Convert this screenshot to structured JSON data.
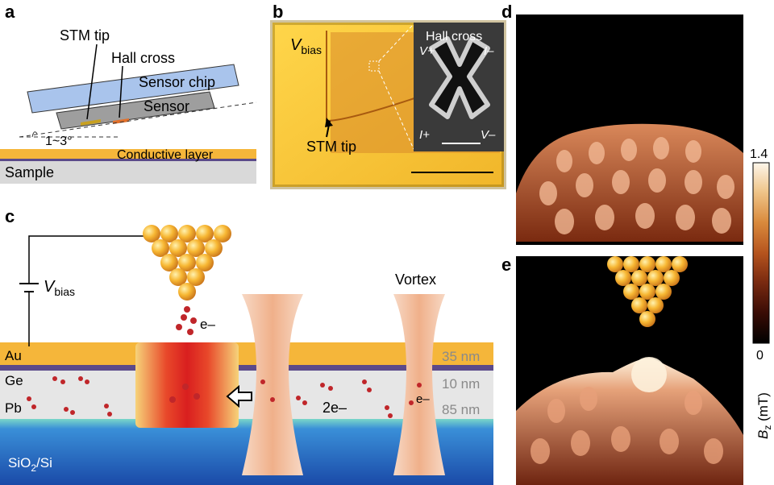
{
  "panels": {
    "a": {
      "letter": "a",
      "labels": {
        "stm_tip": "STM tip",
        "hall_cross": "Hall cross",
        "sensor_chip": "Sensor chip",
        "sensor": "Sensor",
        "angle": "1~3°",
        "conductive_layer": "Conductive layer",
        "sample": "Sample"
      }
    },
    "b": {
      "letter": "b",
      "labels": {
        "vbias_main": "V",
        "vbias_sub": "bias",
        "stm_tip": "STM tip",
        "inset_title": "Hall cross",
        "v_plus": "V+",
        "i_minus": "I–",
        "i_plus": "I+",
        "v_minus": "V–"
      }
    },
    "c": {
      "letter": "c",
      "labels": {
        "vbias_main": "V",
        "vbias_sub": "bias",
        "electron": "e–",
        "vortex": "Vortex",
        "two_e": "2e–",
        "e_vortex": "e–",
        "au": "Au",
        "ge": "Ge",
        "pb": "Pb",
        "substrate_main": "SiO",
        "substrate_sub": "2",
        "substrate_end": "/Si",
        "thickness_au": "35 nm",
        "thickness_ge": "10 nm",
        "thickness_pb": "85 nm"
      }
    },
    "d": {
      "letter": "d"
    },
    "e": {
      "letter": "e"
    }
  },
  "colorbar": {
    "max": "1.4",
    "min": "0",
    "label_main": "B",
    "label_sub": "z",
    "label_unit": " (mT)",
    "colors": [
      "#000000",
      "#3a0c05",
      "#7a2a10",
      "#b5541e",
      "#d98a3c",
      "#efc58a",
      "#fdf6ea"
    ]
  },
  "colors": {
    "gold": "#f5b63a",
    "pb_layer": "#e6e6e6",
    "ge_layer": "#5b4a8a",
    "substrate_top": "#3a8fd8",
    "substrate_bottom": "#1a4aa8",
    "sensor_chip": "#a9c4ec"
  }
}
